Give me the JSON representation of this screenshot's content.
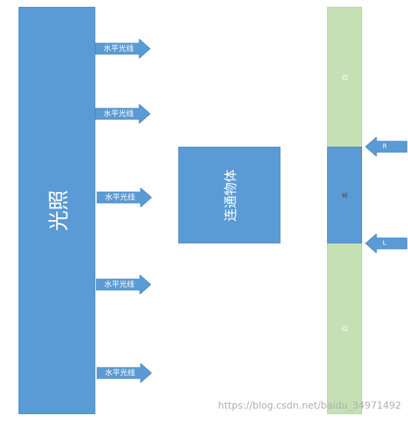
{
  "light_source": {
    "label": "光照"
  },
  "rays": [
    {
      "label": "水平光线"
    },
    {
      "label": "水平光线"
    },
    {
      "label": "水平光线"
    },
    {
      "label": "水平光线"
    },
    {
      "label": "水平光线"
    }
  ],
  "object": {
    "label": "连通物体"
  },
  "strip": {
    "top_label": "白",
    "middle_label": "黑",
    "bottom_label": "白"
  },
  "sensors": [
    {
      "label": "R"
    },
    {
      "label": "L"
    }
  ],
  "watermark": "https://blog.csdn.net/baidu_34971492",
  "colors": {
    "blue": "#5b9bd5",
    "green": "#c5e0b4"
  }
}
